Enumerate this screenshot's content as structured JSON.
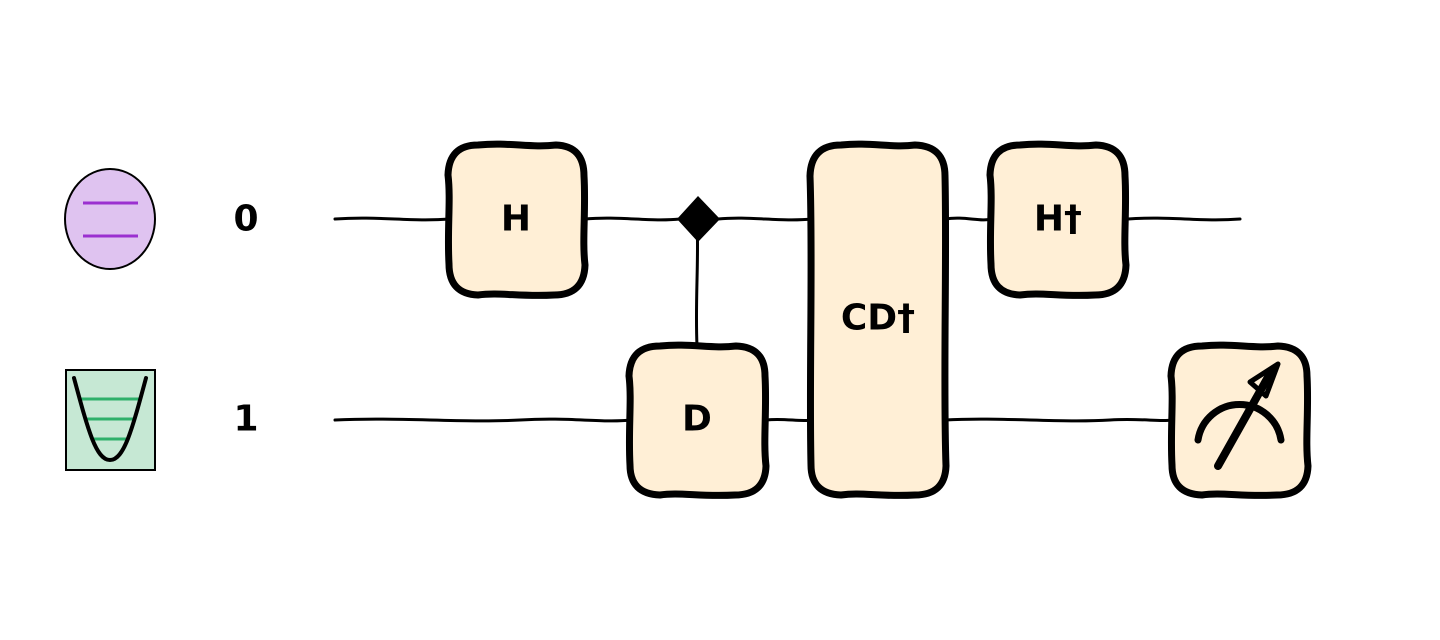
{
  "wires": [
    {
      "label": "0",
      "kind": "qubit",
      "kind_icon": "qubit-levels-icon",
      "kind_color": "#dfc3f0",
      "accent_color": "#9b30d0"
    },
    {
      "label": "1",
      "kind": "qumode",
      "kind_icon": "oscillator-potential-icon",
      "kind_color": "#c6e8d4",
      "accent_color": "#2eb06a"
    }
  ],
  "gates": [
    {
      "id": "h",
      "label": "H",
      "wires": [
        0
      ]
    },
    {
      "id": "controlled-d",
      "label": "D",
      "wires": [
        1
      ],
      "control_wire": 0
    },
    {
      "id": "cd-dagger",
      "label": "CD†",
      "wires": [
        0,
        1
      ]
    },
    {
      "id": "h-dagger",
      "label": "H†",
      "wires": [
        0
      ]
    },
    {
      "id": "measure",
      "label": "",
      "icon": "measurement-meter-icon",
      "wires": [
        1
      ]
    }
  ],
  "colors": {
    "gate_fill": "#ffefd6",
    "stroke": "#000000",
    "background": "#ffffff"
  }
}
